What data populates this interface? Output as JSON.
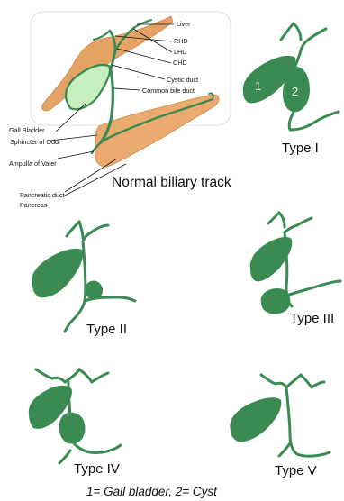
{
  "normal": {
    "labels": {
      "liver": "Liver",
      "rhd": "RHD",
      "lhd": "LHD",
      "chd": "CHD",
      "cystic": "Cystic duct",
      "cbd": "Common bile duct",
      "gallbladder": "Gall Bladder",
      "sphincter": "Sphincter of Oddi",
      "ampulla": "Ampulla of Vater",
      "pancreatic_duct": "Pancreatic duct",
      "pancreas": "Pancreas"
    },
    "caption": "Normal biliary track"
  },
  "types": {
    "type1": "Type I",
    "type2": "Type II",
    "type3": "Type III",
    "type4": "Type IV",
    "type5": "Type V"
  },
  "type1_numbers": {
    "gallbladder": "1",
    "cyst": "2"
  },
  "footnote": "1= Gall bladder, 2= Cyst",
  "colors": {
    "duct": "#3a8a52",
    "gallbladder_fill": "#c8efc0",
    "liver": "#e4a365",
    "pancreas": "#ecab6e"
  }
}
